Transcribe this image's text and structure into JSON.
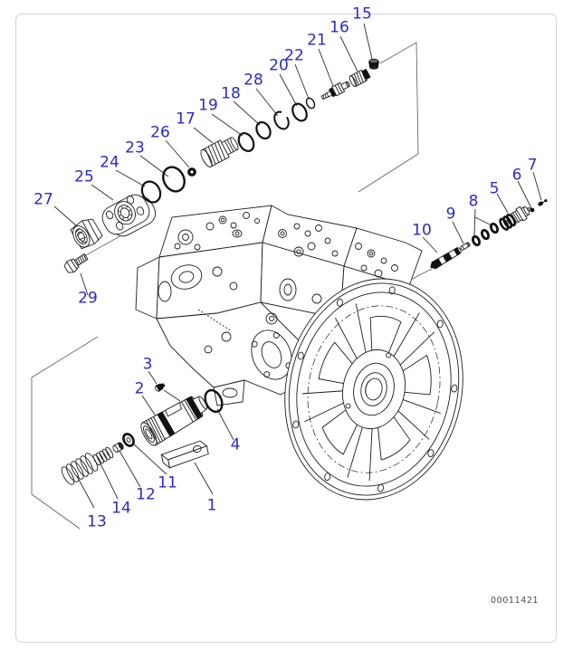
{
  "figure": {
    "type": "exploded-parts-diagram",
    "subject": "hydraulic-pump-assembly",
    "drawing_number": "00011421"
  },
  "colors": {
    "callout_text": "#2a2ac8",
    "line_art": "#1d1d1d",
    "frame_border": "#d2d2d2",
    "drawing_number_text": "#4a4a4a"
  },
  "callouts": {
    "c1": {
      "label": "1"
    },
    "c2": {
      "label": "2"
    },
    "c3": {
      "label": "3"
    },
    "c4": {
      "label": "4"
    },
    "c5": {
      "label": "5"
    },
    "c6": {
      "label": "6"
    },
    "c7": {
      "label": "7"
    },
    "c8": {
      "label": "8"
    },
    "c9": {
      "label": "9"
    },
    "c10": {
      "label": "10"
    },
    "c11": {
      "label": "11"
    },
    "c12": {
      "label": "12"
    },
    "c13": {
      "label": "13"
    },
    "c14": {
      "label": "14"
    },
    "c15": {
      "label": "15"
    },
    "c16": {
      "label": "16"
    },
    "c17": {
      "label": "17"
    },
    "c18": {
      "label": "18"
    },
    "c19": {
      "label": "19"
    },
    "c20": {
      "label": "20"
    },
    "c21": {
      "label": "21"
    },
    "c22": {
      "label": "22"
    },
    "c23": {
      "label": "23"
    },
    "c24": {
      "label": "24"
    },
    "c25": {
      "label": "25"
    },
    "c26": {
      "label": "26"
    },
    "c27": {
      "label": "27"
    },
    "c28": {
      "label": "28"
    },
    "c29": {
      "label": "29"
    }
  }
}
